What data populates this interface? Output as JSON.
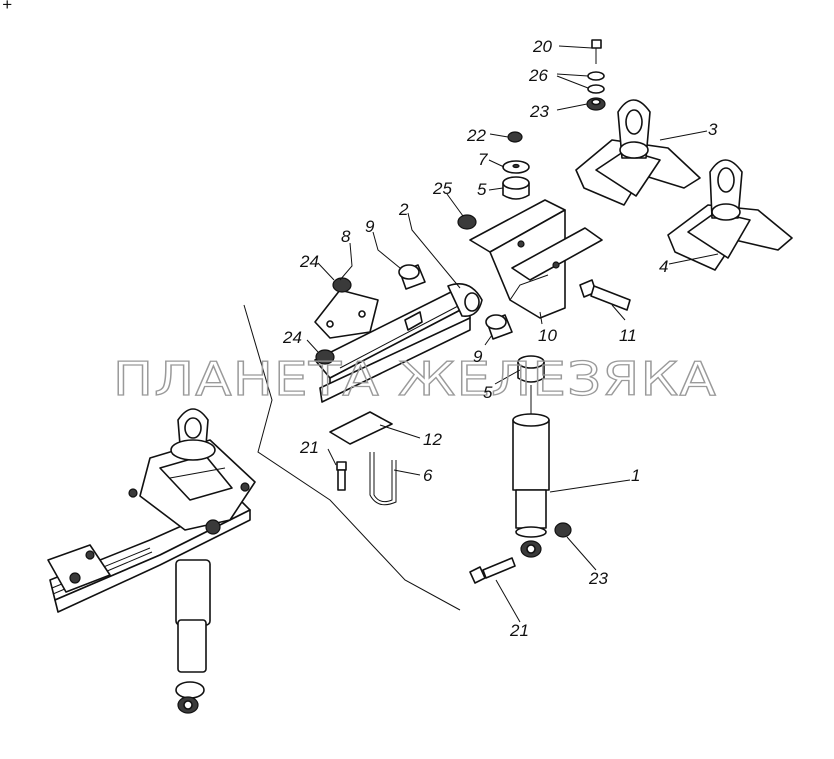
{
  "watermark": "ПЛАНЕТА ЖЕЛЕЗЯКА",
  "corner_mark": "+",
  "labels": {
    "l1": "1",
    "l2": "2",
    "l3": "3",
    "l4": "4",
    "l5a": "5",
    "l5b": "5",
    "l6": "6",
    "l7": "7",
    "l8": "8",
    "l9a": "9",
    "l9b": "9",
    "l10": "10",
    "l11": "11",
    "l12": "12",
    "l20": "20",
    "l21a": "21",
    "l21b": "21",
    "l22": "22",
    "l23a": "23",
    "l23b": "23",
    "l24a": "24",
    "l24b": "24",
    "l25": "25",
    "l26": "26"
  }
}
